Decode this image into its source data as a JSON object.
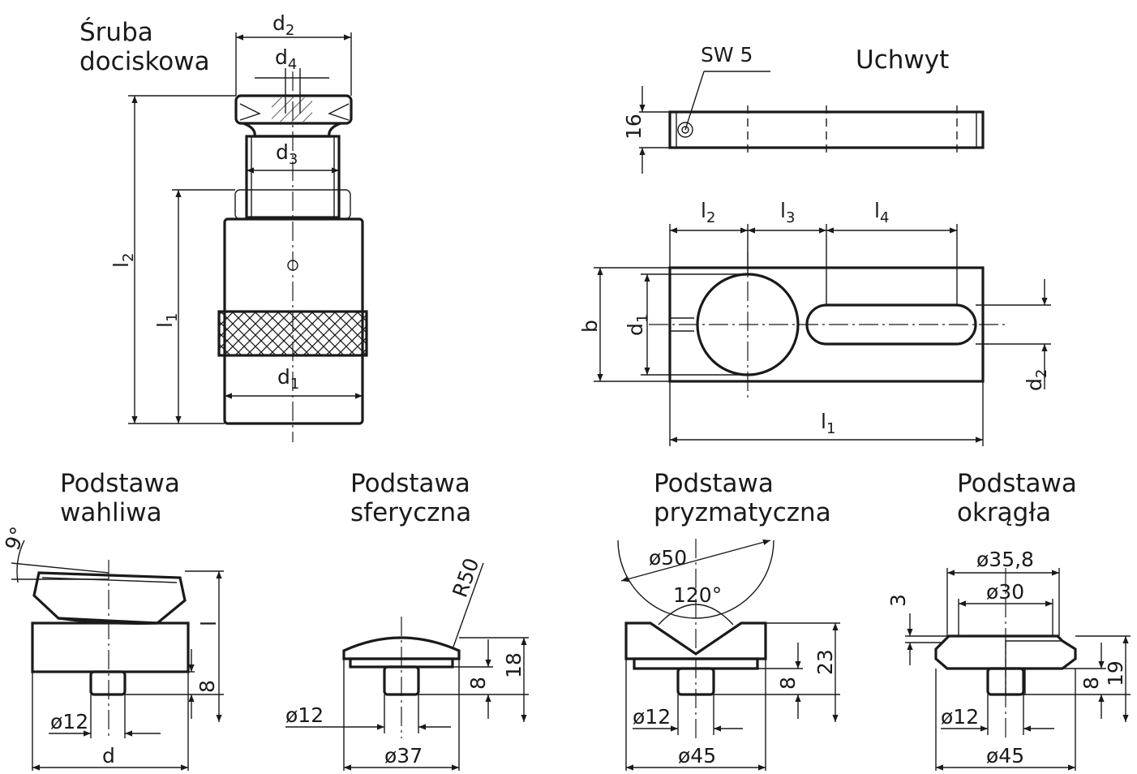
{
  "titles": {
    "sruba": [
      "Śruba",
      "dociskowa"
    ],
    "uchwyt": "Uchwyt",
    "wahliwa": [
      "Podstawa",
      "wahliwa"
    ],
    "sferyczna": [
      "Podstawa",
      "sferyczna"
    ],
    "pryzmatyczna": [
      "Podstawa",
      "pryzmatyczna"
    ],
    "okragla": [
      "Podstawa",
      "okrągła"
    ]
  },
  "sruba_dims": {
    "d2": {
      "main": "d",
      "sub": "2"
    },
    "d4": {
      "main": "d",
      "sub": "4"
    },
    "d3": {
      "main": "d",
      "sub": "3"
    },
    "d1": {
      "main": "d",
      "sub": "1"
    },
    "l2": {
      "main": "l",
      "sub": "2"
    },
    "l1": {
      "main": "l",
      "sub": "1"
    }
  },
  "uchwyt_dims": {
    "sw": "SW 5",
    "thickness": "16",
    "l2": {
      "main": "l",
      "sub": "2"
    },
    "l3": {
      "main": "l",
      "sub": "3"
    },
    "l4": {
      "main": "l",
      "sub": "4"
    },
    "b": "b",
    "d1": {
      "main": "d",
      "sub": "1"
    },
    "d2": {
      "main": "d",
      "sub": "2"
    },
    "l1": {
      "main": "l",
      "sub": "1"
    }
  },
  "wahliwa_dims": {
    "angle": "9°",
    "height": "l",
    "pin_height": "8",
    "pin_dia": "ø12",
    "dia": "d"
  },
  "sferyczna_dims": {
    "radius": "R50",
    "height": "18",
    "pin_height": "8",
    "pin_dia": "ø12",
    "dia": "ø37"
  },
  "pryzmatyczna_dims": {
    "vee_dia": "ø50",
    "angle": "120°",
    "height": "23",
    "pin_height": "8",
    "pin_dia": "ø12",
    "dia": "ø45"
  },
  "okragla_dims": {
    "dia_outer": "ø35,8",
    "dia_inner": "ø30",
    "rim": "3",
    "height": "19",
    "pin_height": "8",
    "pin_dia": "ø12",
    "dia": "ø45"
  }
}
